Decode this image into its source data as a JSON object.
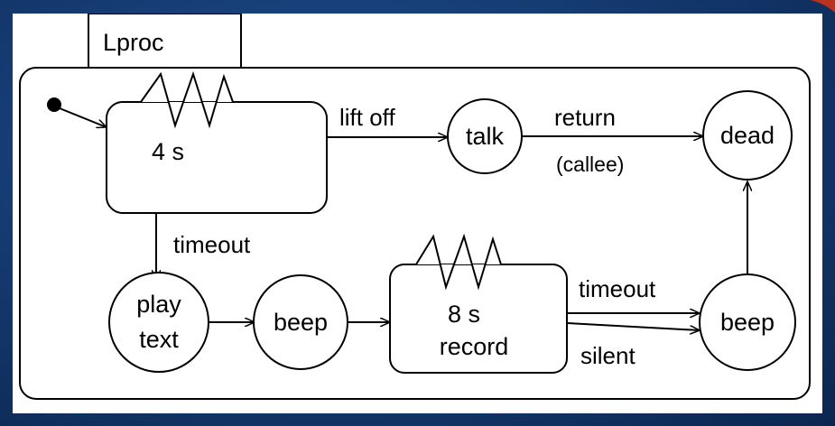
{
  "diagram": {
    "process_tab": "Lproc",
    "states": {
      "wait": {
        "label": "4 s"
      },
      "talk": {
        "label": "talk"
      },
      "dead": {
        "label": "dead"
      },
      "play_text": {
        "line1": "play",
        "line2": "text"
      },
      "beep1": {
        "label": "beep"
      },
      "record": {
        "line1": "8 s",
        "line2": "record"
      },
      "beep2": {
        "label": "beep"
      }
    },
    "transitions": {
      "lift_off": "lift off",
      "return": "return",
      "callee": "(callee)",
      "timeout1": "timeout",
      "timeout2": "timeout",
      "silent": "silent"
    }
  },
  "colors": {
    "background": "#163d75",
    "panel": "#ffffff",
    "ink": "#000000"
  }
}
